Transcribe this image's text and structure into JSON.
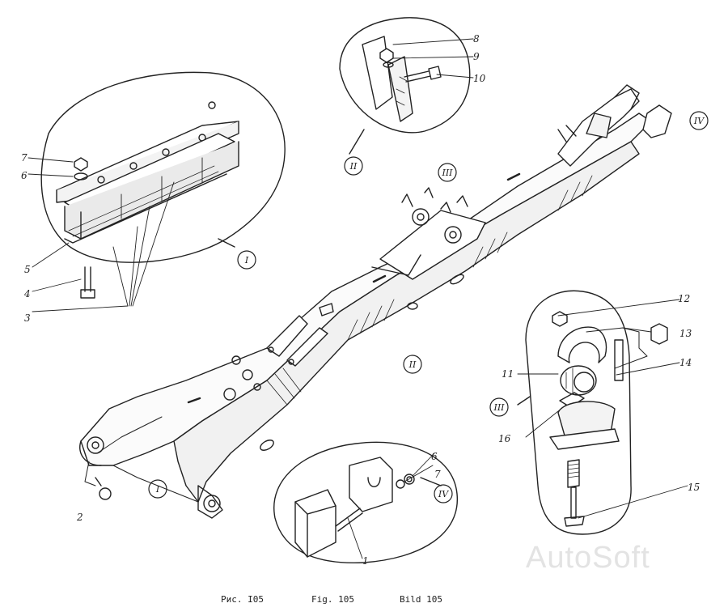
{
  "callouts": {
    "c1": "1",
    "c2": "2",
    "c3": "3",
    "c4": "4",
    "c5": "5",
    "c6a": "6",
    "c7a": "7",
    "c6b": "6",
    "c7b": "7",
    "c8": "8",
    "c9": "9",
    "c10": "10",
    "c11": "11",
    "c12": "12",
    "c13": "13",
    "c14": "14",
    "c15": "15",
    "c16": "16"
  },
  "views": {
    "I_a": "I",
    "I_b": "I",
    "II_a": "II",
    "II_b": "II",
    "III_a": "III",
    "III_b": "III",
    "IV_a": "IV",
    "IV_b": "IV"
  },
  "captions": {
    "ru": "Рис. I05",
    "en": "Fig. 105",
    "de": "Bild 105"
  },
  "watermark": "AutoSoft",
  "colors": {
    "ink": "#222222",
    "watermark": "#e3e3e3"
  }
}
